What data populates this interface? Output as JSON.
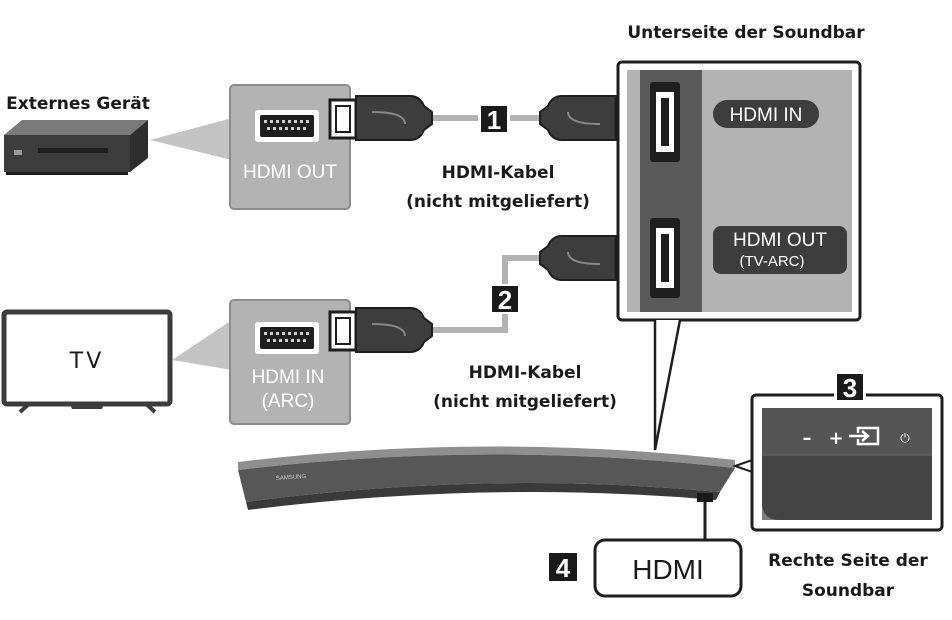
{
  "labels": {
    "external_device": "Externes Gerät",
    "soundbar_bottom": "Unterseite der Soundbar",
    "tv": "TV",
    "hdmi_out": "HDMI OUT",
    "hdmi_in_arc_line1": "HDMI IN",
    "hdmi_in_arc_line2": "(ARC)",
    "cable1_line1": "HDMI-Kabel",
    "cable1_line2": "(nicht mitgeliefert)",
    "cable2_line1": "HDMI-Kabel",
    "cable2_line2": "(nicht mitgeliefert)",
    "soundbar_hdmi_in": "HDMI IN",
    "soundbar_hdmi_out_line1": "HDMI OUT",
    "soundbar_hdmi_out_line2": "(TV-ARC)",
    "right_side_line1": "Rechte Seite der",
    "right_side_line2": "Soundbar",
    "hdmi_display": "HDMI",
    "brand": "SAMSUNG",
    "btn_minus": "–",
    "btn_plus": "+",
    "btn_power": "⏻"
  },
  "steps": [
    "1",
    "2",
    "3",
    "4"
  ],
  "icons": [
    "source-icon",
    "power-icon"
  ],
  "colors": {
    "panel": "#b3b3b3",
    "panel_border": "#8c8c8c",
    "dark": "#3d3d3d",
    "soundbar": "#555555",
    "step_bg": "#1a1a1a"
  }
}
